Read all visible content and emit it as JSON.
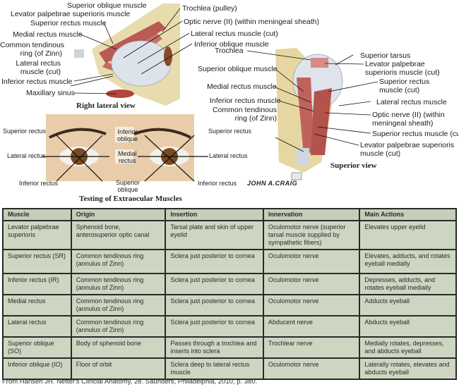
{
  "lateral_view": {
    "caption": "Right lateral view",
    "labels": {
      "superior_oblique": "Superior oblique muscle",
      "levator": "Levator palpebrae superioris muscle",
      "superior_rectus": "Superior rectus muscle",
      "medial_rectus": "Medial rectus muscle",
      "ring_1": "Common tendinous",
      "ring_2": "ring (of Zinn)",
      "lateral_rectus_1": "Lateral rectus",
      "lateral_rectus_2": "muscle (cut)",
      "inferior_rectus": "Inferior rectus muscle",
      "maxillary": "Maxillary sinus",
      "trochlea": "Trochlea (pulley)",
      "optic_nerve": "Optic nerve (II) (within meningeal sheath)",
      "lateral_rectus_cut": "Lateral rectus muscle (cut)",
      "inferior_oblique": "Inferior oblique muscle"
    }
  },
  "testing_view": {
    "caption": "Testing of Extraocular Muscles",
    "labels": {
      "sup_rectus_left": "Superior rectus",
      "lat_rectus_left": "Lateral rectus",
      "inf_rectus_left": "Inferior rectus",
      "sup_rectus_right": "Superior rectus",
      "lat_rectus_right": "Lateral rectus",
      "inf_rectus_right": "Inferior rectus",
      "inferior_oblique_1": "Inferior",
      "inferior_oblique_2": "oblique",
      "medial_rectus_1": "Medial",
      "medial_rectus_2": "rectus",
      "superior_oblique_1": "Superior",
      "superior_oblique_2": "oblique"
    }
  },
  "superior_view": {
    "caption": "Superior view",
    "labels": {
      "trochlea": "Trochlea",
      "superior_oblique": "Superior oblique muscle",
      "medial_rectus": "Medial rectus muscle",
      "inferior_rectus": "Inferior rectus muscle",
      "ring_1": "Common tendinous",
      "ring_2": "ring (of Zinn)",
      "superior_tarsus": "Superior tarsus",
      "levator_1": "Levator palpebrae",
      "levator_2": "superioris muscle (cut)",
      "superior_rectus_1": "Superior rectus",
      "superior_rectus_2": "muscle (cut)",
      "lateral_rectus": "Lateral rectus muscle",
      "optic_1": "Optic nerve (II) (within",
      "optic_2": "meningeal sheath)",
      "superior_rectus_cut": "Superior rectus muscle (cut)",
      "levator_cut_1": "Levator palpebrae superioris",
      "levator_cut_2": "muscle (cut)"
    }
  },
  "signature": "JOHN A.CRAIG",
  "table": {
    "headers": [
      "Muscle",
      "Origin",
      "Insertion",
      "Innervation",
      "Main Actions"
    ],
    "rows": [
      [
        "Levator palpebrae superioris",
        "Sphenoid bone, anterosuperior optic canal",
        "Tarsal plate and skin of upper eyelid",
        "Oculomotor nerve (superior tarsal muscle supplied by sympathetic fibers)",
        "Elevates upper eyelid"
      ],
      [
        "Superior rectus (SR)",
        "Common tendinous ring (annulus of Zinn)",
        "Sclera just posterior to cornea",
        "Oculomotor nerve",
        "Elevates, adducts, and rotates eyeball medially"
      ],
      [
        "Inferior rectus (IR)",
        "Common tendinous ring (annulus of Zinn)",
        "Sclera just posterior to cornea",
        "Oculomotor nerve",
        "Depresses, adducts, and rotates eyeball medially"
      ],
      [
        "Medial rectus",
        "Common tendinous ring (annulus of Zinn)",
        "Sclera just posterior to cornea",
        "Oculomotor nerve",
        "Adducts eyeball"
      ],
      [
        "Lateral rectus",
        "Common tendinous ring (annulus of Zinn)",
        "Sclera just posterior to cornea",
        "Abducent nerve",
        "Abducts eyeball"
      ],
      [
        "Superior oblique (SO)",
        "Body of sphenoid bone",
        "Passes through a trochlea and inserts into sclera",
        "Trochlear nerve",
        "Medially rotates, depresses, and abducts eyeball"
      ],
      [
        "Inferior oblique (IO)",
        "Floor of orbit",
        "Sclera deep to lateral rectus muscle",
        "Oculomotor nerve",
        "Laterally rotates, elevates and abducts eyeball"
      ]
    ]
  },
  "footer": "From Hansen JH. Netter's Clincial Anatomy, 2e.  Saunders, Philadelphia, 2010, p. 380."
}
